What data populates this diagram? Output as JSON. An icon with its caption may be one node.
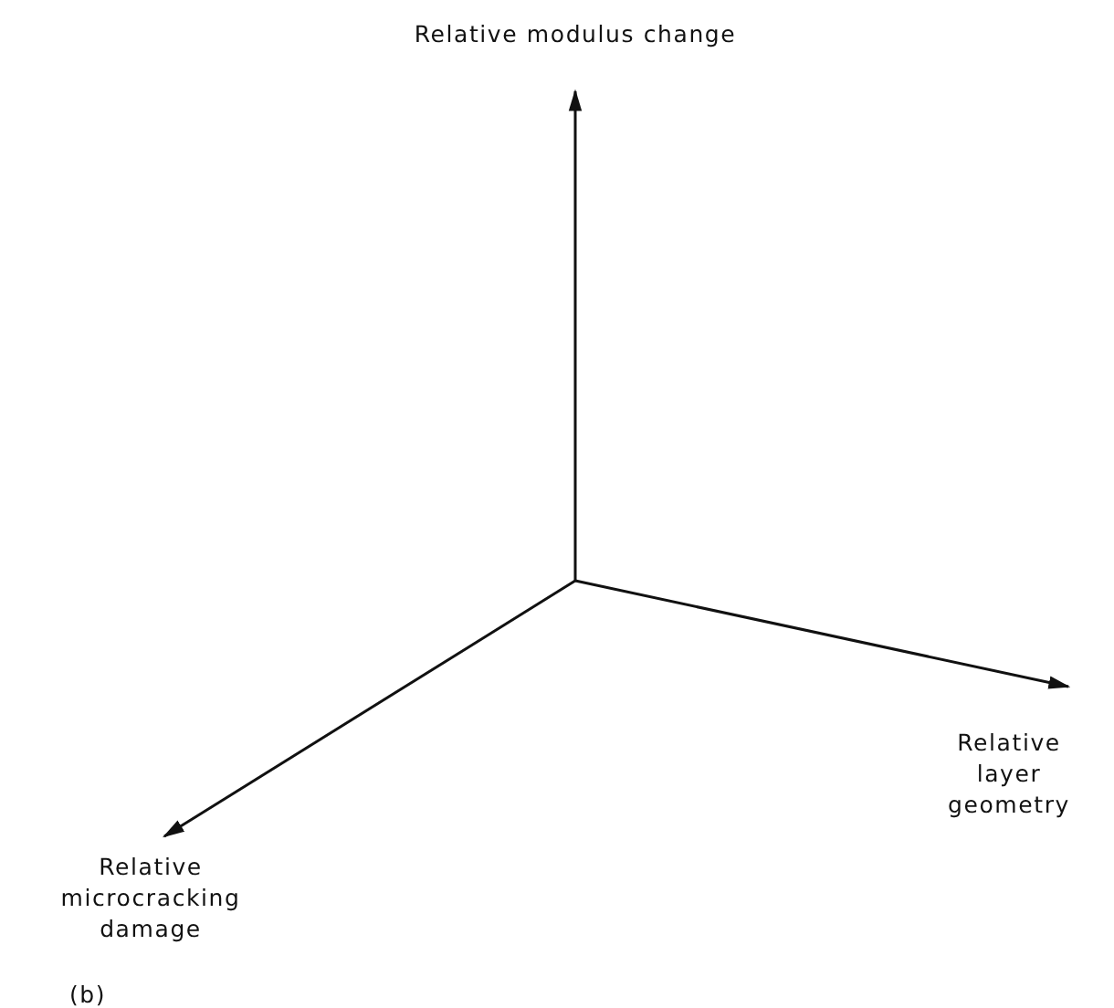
{
  "diagram": {
    "caption": "(b)",
    "labels": [
      "Relative modulus change",
      "Relative layer geometry",
      "Relative microcracking damage"
    ]
  }
}
